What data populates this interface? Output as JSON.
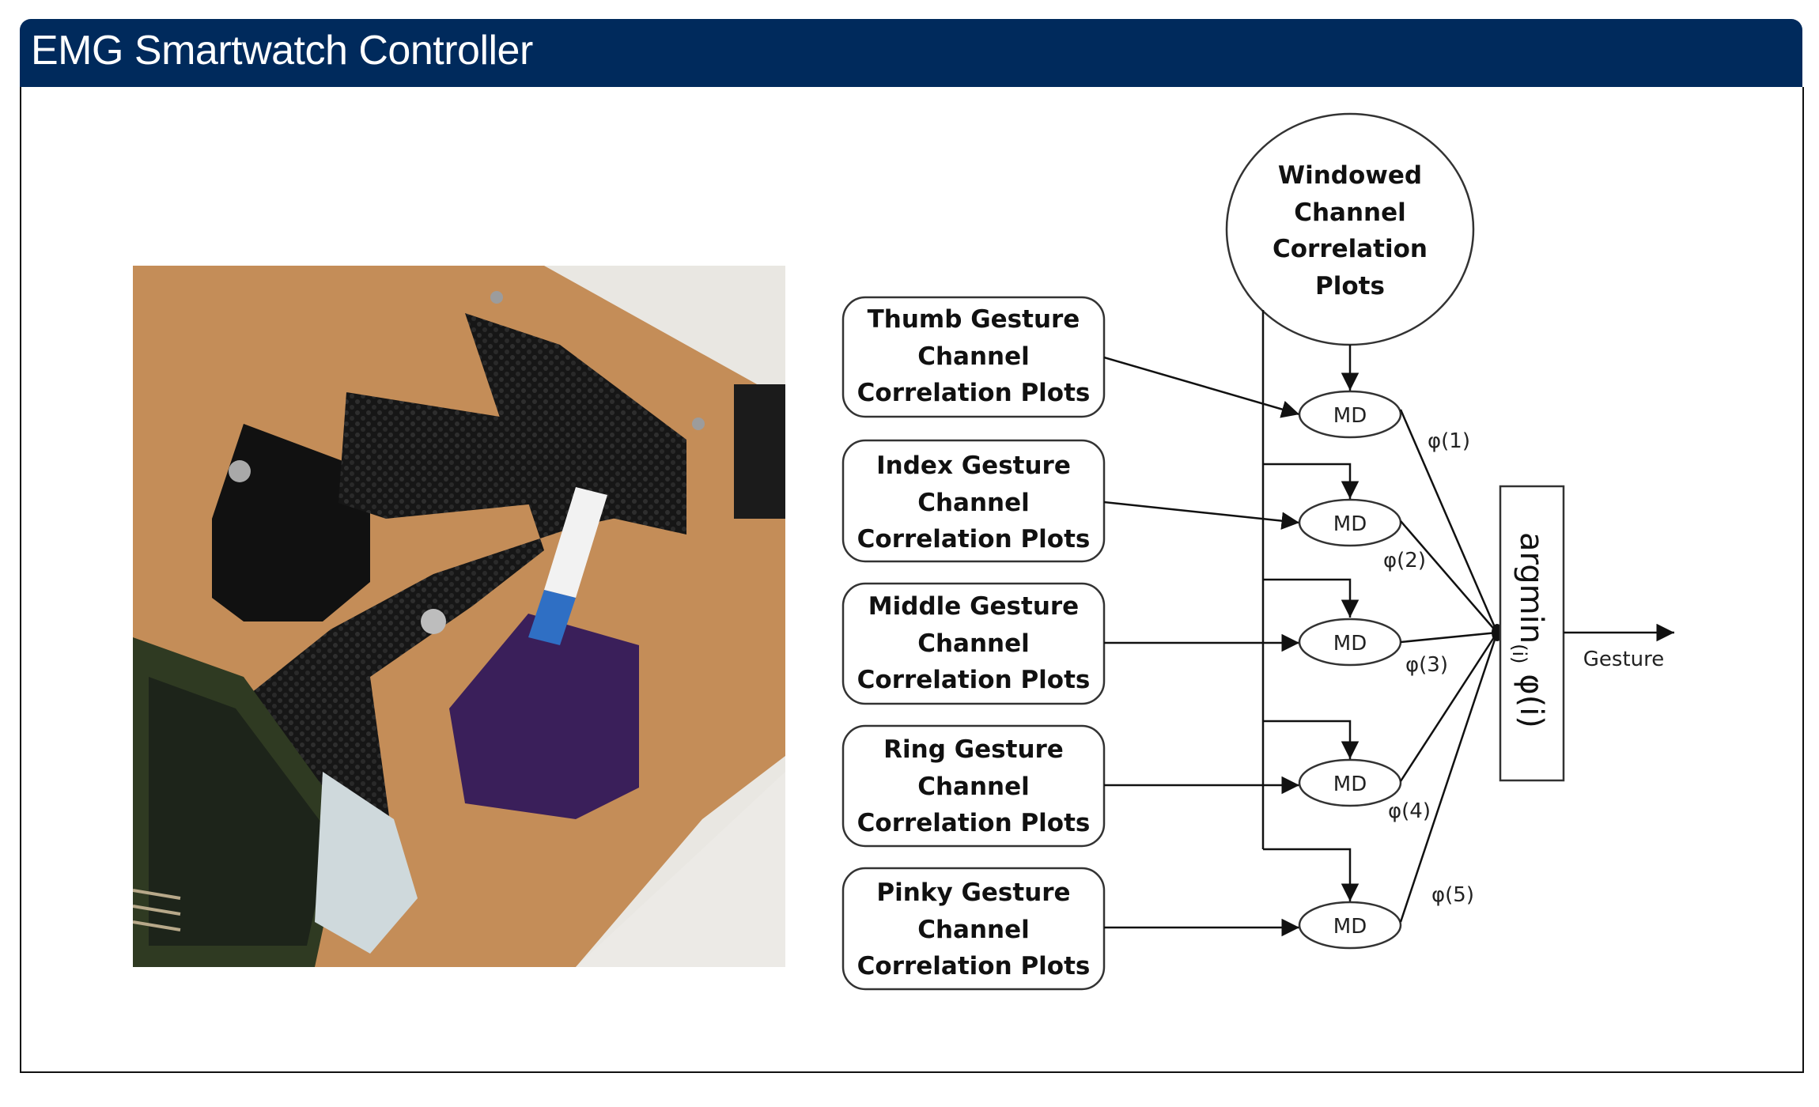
{
  "header": {
    "title": "EMG Smartwatch Controller",
    "background_color": "#002a5c"
  },
  "photo": {
    "description": "Photo of a 3D-printed EMG smartwatch controller strapped to a forearm with black woven straps, screws, circuit boards and a blue ribbon cable"
  },
  "diagram": {
    "source_node": {
      "lines": [
        "Windowed",
        "Channel",
        "Correlation",
        "Plots"
      ]
    },
    "gesture_nodes": [
      {
        "lines": [
          "Thumb Gesture",
          "Channel",
          "Correlation Plots"
        ]
      },
      {
        "lines": [
          "Index Gesture",
          "Channel",
          "Correlation Plots"
        ]
      },
      {
        "lines": [
          "Middle Gesture",
          "Channel",
          "Correlation Plots"
        ]
      },
      {
        "lines": [
          "Ring Gesture",
          "Channel",
          "Correlation Plots"
        ]
      },
      {
        "lines": [
          "Pinky Gesture",
          "Channel",
          "Correlation Plots"
        ]
      }
    ],
    "md_nodes": [
      {
        "label": "MD",
        "output": "φ(1)"
      },
      {
        "label": "MD",
        "output": "φ(2)"
      },
      {
        "label": "MD",
        "output": "φ(3)"
      },
      {
        "label": "MD",
        "output": "φ(4)"
      },
      {
        "label": "MD",
        "output": "φ(5)"
      }
    ],
    "argmin": {
      "prefix": "argmin",
      "subscript": "(i)",
      "suffix": " φ(i)"
    },
    "output_label": "Gesture"
  }
}
